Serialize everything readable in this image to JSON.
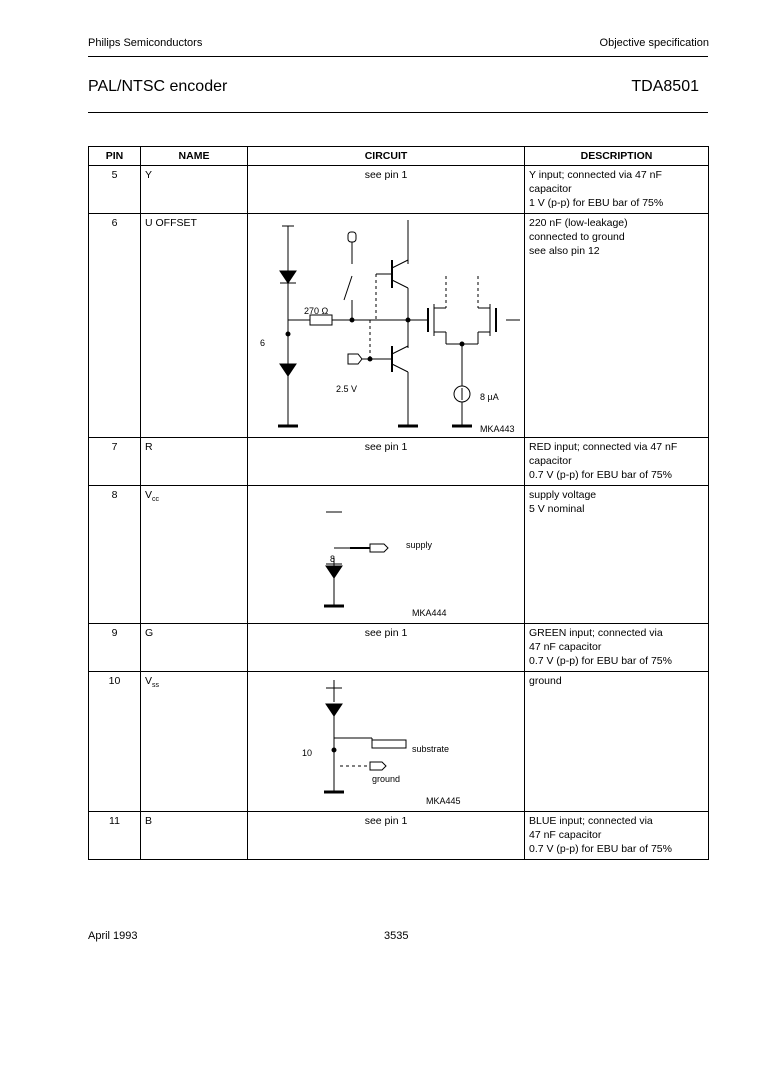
{
  "header": {
    "company": "Philips Semiconductors",
    "spec_type": "Objective specification",
    "product": "PAL/NTSC encoder",
    "part_number": "TDA8501"
  },
  "table": {
    "columns": [
      "PIN",
      "NAME",
      "CIRCUIT",
      "DESCRIPTION"
    ],
    "rows": [
      {
        "pin": "5",
        "name": "Y",
        "name_sub": "",
        "circuit": "see pin 1",
        "desc": [
          "Y input; connected via 47 nF",
          "capacitor",
          "1 V (p-p) for EBU bar of 75%"
        ]
      },
      {
        "pin": "6",
        "name": "U OFFSET",
        "name_sub": "",
        "circuit": "",
        "desc": [
          "220 nF (low-leakage)",
          "connected to ground",
          "see also pin 12"
        ]
      },
      {
        "pin": "7",
        "name": "R",
        "name_sub": "",
        "circuit": "see pin 1",
        "desc": [
          "RED input; connected via 47 nF",
          "capacitor",
          "0.7 V (p-p) for EBU bar of 75%"
        ]
      },
      {
        "pin": "8",
        "name": "V",
        "name_sub": "cc",
        "circuit": "",
        "desc": [
          "supply voltage",
          "5 V nominal"
        ]
      },
      {
        "pin": "9",
        "name": "G",
        "name_sub": "",
        "circuit": "see pin 1",
        "desc": [
          "GREEN input; connected via",
          "47 nF capacitor",
          "0.7 V (p-p) for EBU bar of 75%"
        ]
      },
      {
        "pin": "10",
        "name": "V",
        "name_sub": "ss",
        "circuit": "",
        "desc": [
          "ground"
        ]
      },
      {
        "pin": "11",
        "name": "B",
        "name_sub": "",
        "circuit": "see pin 1",
        "desc": [
          "BLUE input; connected via",
          "47 nF capacitor",
          "0.7 V (p-p) for EBU bar of 75%"
        ]
      }
    ]
  },
  "circuits": {
    "pin6": {
      "pin_label": "6",
      "resistor": "270 Ω",
      "vref": "2.5 V",
      "current": "8 µA",
      "code": "MKA443"
    },
    "pin8": {
      "pin_label": "8",
      "supply": "supply",
      "code": "MKA444"
    },
    "pin10": {
      "pin_label": "10",
      "substrate": "substrate",
      "ground": "ground",
      "code": "MKA445"
    }
  },
  "footer": {
    "date": "April 1993",
    "page": "3535"
  }
}
